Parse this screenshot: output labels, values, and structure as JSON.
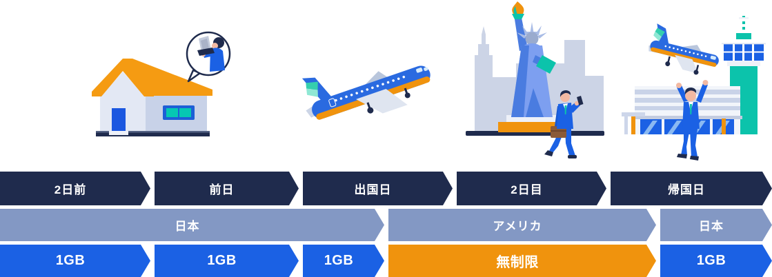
{
  "colors": {
    "background": "#ffffff",
    "day_row": "#1f2b4d",
    "country_row": "#8398c4",
    "data_row_blue": "#1b61e4",
    "data_row_unlimited_orange": "#f0930d",
    "roof_orange": "#f59b12",
    "accent_teal": "#0cc3ab",
    "label_text": "#ffffff"
  },
  "scenes": [
    {
      "id": "home",
      "icon": "house-with-video-call-bubble-icon"
    },
    {
      "id": "departure",
      "icon": "airplane-taking-off-icon"
    },
    {
      "id": "destination",
      "icon": "statue-of-liberty-with-traveler-icon"
    },
    {
      "id": "return",
      "icon": "airport-arrival-with-tower-icon"
    }
  ],
  "timeline": {
    "rows": [
      {
        "id": "day",
        "segments": [
          {
            "label": "2日前"
          },
          {
            "label": "前日"
          },
          {
            "label": "出国日"
          },
          {
            "label": "2日目"
          },
          {
            "label": "帰国日"
          }
        ]
      },
      {
        "id": "country",
        "segments": [
          {
            "label": "日本"
          },
          {
            "label": "アメリカ"
          },
          {
            "label": "日本"
          }
        ]
      },
      {
        "id": "data",
        "segments": [
          {
            "label": "1GB"
          },
          {
            "label": "1GB"
          },
          {
            "label": "1GB"
          },
          {
            "label": "無制限"
          },
          {
            "label": "1GB"
          }
        ]
      }
    ]
  }
}
